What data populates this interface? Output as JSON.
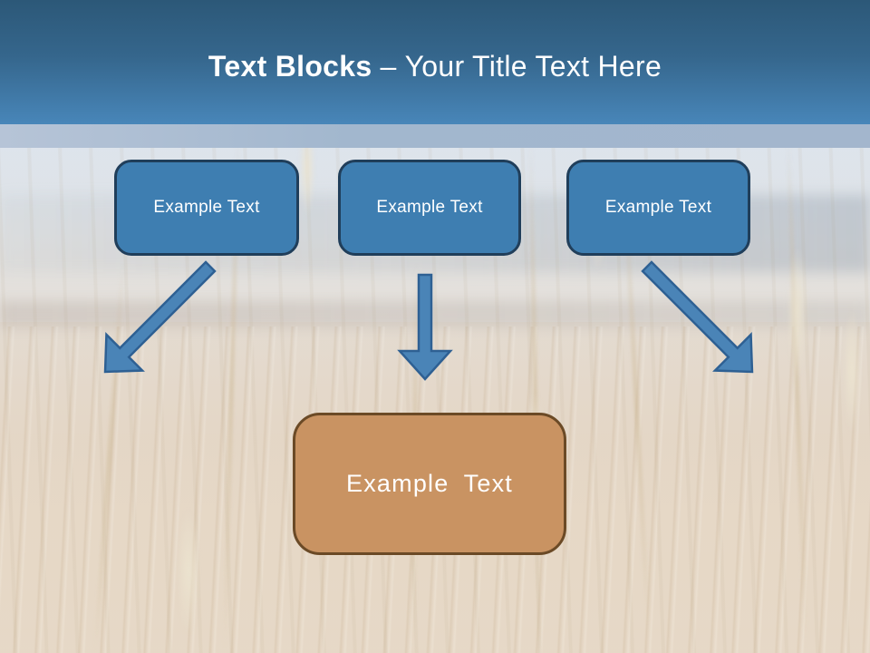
{
  "slide": {
    "title": {
      "bold_text": "Text Blocks",
      "dash": "–",
      "regular_text": "Your Title Text Here"
    },
    "source_boxes": [
      {
        "label": "Example Text"
      },
      {
        "label": "Example Text"
      },
      {
        "label": "Example Text"
      }
    ],
    "arrows": [
      {
        "name": "left-diagonal-arrow",
        "direction": "down-right"
      },
      {
        "name": "center-straight-arrow",
        "direction": "down"
      },
      {
        "name": "right-diagonal-arrow",
        "direction": "down-left"
      }
    ],
    "target_box": {
      "label": "Example Text"
    },
    "colors": {
      "header_gradient_top": "#2c5878",
      "header_gradient_bottom": "#4886b9",
      "sky_band": "#a4b8cf",
      "source_box_fill": "#3e7eb1",
      "source_box_border": "#203e5a",
      "arrow_fill": "#4a84b7",
      "arrow_border": "#2e6093",
      "target_box_fill": "#c99362",
      "target_box_border": "#6b4a26",
      "title_text": "#ffffff",
      "box_text": "#ffffff"
    }
  }
}
